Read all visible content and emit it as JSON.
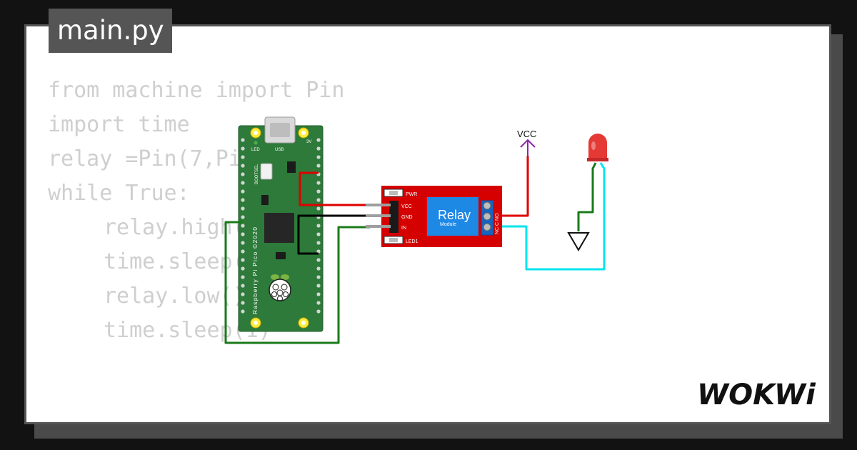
{
  "file_tab": {
    "label": "main.py"
  },
  "code": {
    "lines": [
      "from machine import Pin",
      "import time",
      "relay =Pin(7,Pin.OUT)",
      "while True:",
      "relay.high()",
      "time.sleep(1)",
      "relay.low()",
      "time.sleep(1)"
    ]
  },
  "board": {
    "name": "Raspberry Pi Pico  ©2020",
    "led_label": "LED",
    "usb_label": "USB",
    "vbus_label": "3V",
    "bootsel_label": "BOOTSEL"
  },
  "relay_module": {
    "title": "Relay",
    "subtitle": "Module",
    "pin_vcc": "VCC",
    "pin_gnd": "GND",
    "pin_in": "IN",
    "pwr_label": "PWR",
    "led1_label": "LED1",
    "terminal_labels": "NC  C  NO"
  },
  "vcc_label": "VCC",
  "brand": {
    "name": "WOKWi"
  },
  "colors": {
    "background": "#121212",
    "card": "#ffffff",
    "tab_bg": "#555555",
    "board_green": "#2d7a3a",
    "relay_red": "#d50000",
    "relay_blue": "#1e88e5",
    "wire_red": "#e00000",
    "wire_green": "#1a7a1a",
    "wire_cyan": "#00e5ee",
    "wire_black": "#000000",
    "vcc_purple": "#8e24aa",
    "led_red": "#e53935"
  }
}
